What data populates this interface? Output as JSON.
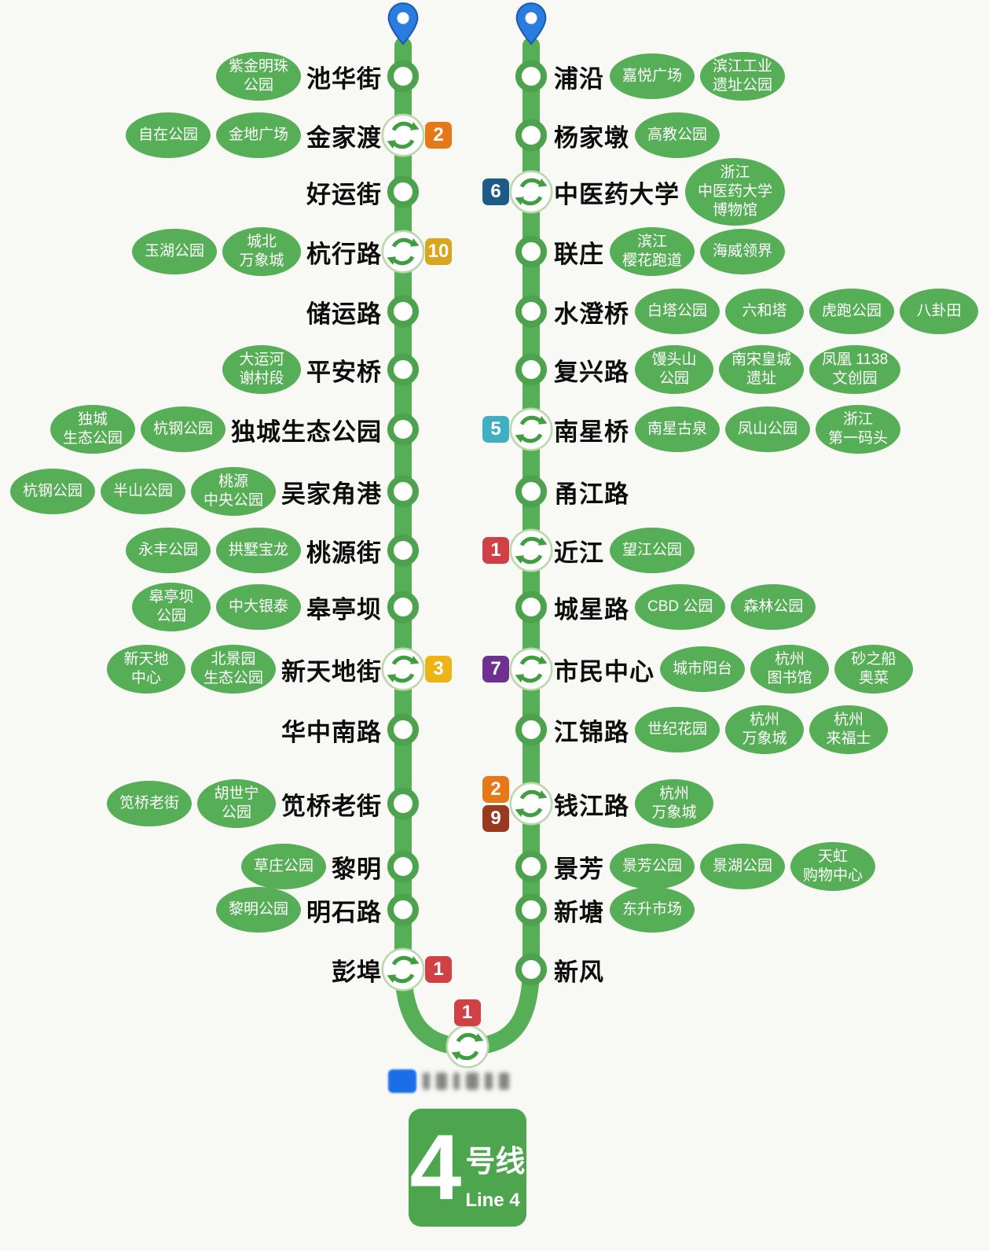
{
  "logo": {
    "number": "4",
    "suffix_cn": "号线",
    "suffix_en": "Line 4"
  },
  "colors": {
    "line": "#56ae56",
    "node_ring": "#4da24d",
    "transfer_arrow": "#3f9e3f",
    "transfer_ring": "#b9d8ac",
    "oval": "#56ae56",
    "pin": "#2a7ce0",
    "pin_stroke": "#1c5cb5",
    "logo_bg": "#4da64d",
    "badge": {
      "1": "#cf4145",
      "2": "#e77817",
      "3": "#eeb317",
      "5": "#3fafc4",
      "6": "#1f5b88",
      "7": "#6e3192",
      "9": "#973a20",
      "10": "#d9a41e"
    }
  },
  "left_branch": [
    {
      "name": "池华街",
      "transfer": false,
      "badges": [],
      "attractions": [
        [
          "紫金明珠",
          "公园"
        ]
      ]
    },
    {
      "name": "金家渡",
      "transfer": true,
      "badges": [
        "2"
      ],
      "attractions": [
        [
          "自在公园"
        ],
        [
          "金地广场"
        ]
      ]
    },
    {
      "name": "好运街",
      "transfer": false,
      "badges": [],
      "attractions": []
    },
    {
      "name": "杭行路",
      "transfer": true,
      "badges": [
        "10"
      ],
      "attractions": [
        [
          "玉湖公园"
        ],
        [
          "城北",
          "万象城"
        ]
      ]
    },
    {
      "name": "储运路",
      "transfer": false,
      "badges": [],
      "attractions": []
    },
    {
      "name": "平安桥",
      "transfer": false,
      "badges": [],
      "attractions": [
        [
          "大运河",
          "谢村段"
        ]
      ]
    },
    {
      "name": "独城生态公园",
      "transfer": false,
      "badges": [],
      "attractions": [
        [
          "独城",
          "生态公园"
        ],
        [
          "杭钢公园"
        ]
      ]
    },
    {
      "name": "吴家角港",
      "transfer": false,
      "badges": [],
      "attractions": [
        [
          "杭钢公园"
        ],
        [
          "半山公园"
        ],
        [
          "桃源",
          "中央公园"
        ]
      ]
    },
    {
      "name": "桃源街",
      "transfer": false,
      "badges": [],
      "attractions": [
        [
          "永丰公园"
        ],
        [
          "拱墅宝龙"
        ]
      ]
    },
    {
      "name": "皋亭坝",
      "transfer": false,
      "badges": [],
      "attractions": [
        [
          "皋亭坝",
          "公园"
        ],
        [
          "中大银泰"
        ]
      ]
    },
    {
      "name": "新天地街",
      "transfer": true,
      "badges": [
        "3"
      ],
      "attractions": [
        [
          "新天地",
          "中心"
        ],
        [
          "北景园",
          "生态公园"
        ]
      ]
    },
    {
      "name": "华中南路",
      "transfer": false,
      "badges": [],
      "attractions": []
    },
    {
      "name": "笕桥老街",
      "transfer": false,
      "badges": [],
      "attractions": [
        [
          "笕桥老街"
        ],
        [
          "胡世宁",
          "公园"
        ]
      ]
    },
    {
      "name": "黎明",
      "transfer": false,
      "badges": [],
      "attractions": [
        [
          "草庄公园"
        ]
      ]
    },
    {
      "name": "明石路",
      "transfer": false,
      "badges": [],
      "attractions": [
        [
          "黎明公园"
        ]
      ]
    },
    {
      "name": "彭埠",
      "transfer": true,
      "badges": [
        "1"
      ],
      "attractions": []
    }
  ],
  "right_branch": [
    {
      "name": "浦沿",
      "transfer": false,
      "badges": [],
      "attractions": [
        [
          "嘉悦广场"
        ],
        [
          "滨江工业",
          "遗址公园"
        ]
      ]
    },
    {
      "name": "杨家墩",
      "transfer": false,
      "badges": [],
      "attractions": [
        [
          "高教公园"
        ]
      ]
    },
    {
      "name": "中医药大学",
      "transfer": true,
      "badges": [
        "6"
      ],
      "attractions": [
        [
          "浙江",
          "中医药大学",
          "博物馆"
        ]
      ]
    },
    {
      "name": "联庄",
      "transfer": false,
      "badges": [],
      "attractions": [
        [
          "滨江",
          "樱花跑道"
        ],
        [
          "海威领界"
        ]
      ]
    },
    {
      "name": "水澄桥",
      "transfer": false,
      "badges": [],
      "attractions": [
        [
          "白塔公园"
        ],
        [
          "六和塔"
        ],
        [
          "虎跑公园"
        ],
        [
          "八卦田"
        ]
      ]
    },
    {
      "name": "复兴路",
      "transfer": false,
      "badges": [],
      "attractions": [
        [
          "馒头山",
          "公园"
        ],
        [
          "南宋皇城",
          "遗址"
        ],
        [
          "凤凰 1138",
          "文创园"
        ]
      ]
    },
    {
      "name": "南星桥",
      "transfer": true,
      "badges": [
        "5"
      ],
      "attractions": [
        [
          "南星古泉"
        ],
        [
          "凤山公园"
        ],
        [
          "浙江",
          "第一码头"
        ]
      ]
    },
    {
      "name": "甬江路",
      "transfer": false,
      "badges": [],
      "attractions": []
    },
    {
      "name": "近江",
      "transfer": true,
      "badges": [
        "1"
      ],
      "attractions": [
        [
          "望江公园"
        ]
      ]
    },
    {
      "name": "城星路",
      "transfer": false,
      "badges": [],
      "attractions": [
        [
          "CBD 公园"
        ],
        [
          "森林公园"
        ]
      ]
    },
    {
      "name": "市民中心",
      "transfer": true,
      "badges": [
        "7"
      ],
      "attractions": [
        [
          "城市阳台"
        ],
        [
          "杭州",
          "图书馆"
        ],
        [
          "砂之船",
          "奥菜"
        ]
      ]
    },
    {
      "name": "江锦路",
      "transfer": false,
      "badges": [],
      "attractions": [
        [
          "世纪花园"
        ],
        [
          "杭州",
          "万象城"
        ],
        [
          "杭州",
          "来福士"
        ]
      ]
    },
    {
      "name": "钱江路",
      "transfer": true,
      "badges": [
        "2",
        "9"
      ],
      "attractions": [
        [
          "杭州",
          "万象城"
        ]
      ]
    },
    {
      "name": "景芳",
      "transfer": false,
      "badges": [],
      "attractions": [
        [
          "景芳公园"
        ],
        [
          "景湖公园"
        ],
        [
          "天虹",
          "购物中心"
        ]
      ]
    },
    {
      "name": "新塘",
      "transfer": false,
      "badges": [],
      "attractions": [
        [
          "东升市场"
        ]
      ]
    },
    {
      "name": "新风",
      "transfer": false,
      "badges": [],
      "attractions": []
    }
  ],
  "terminus_loop": {
    "transfer": true,
    "badges": [
      "1"
    ],
    "station_name_blurred": true
  }
}
